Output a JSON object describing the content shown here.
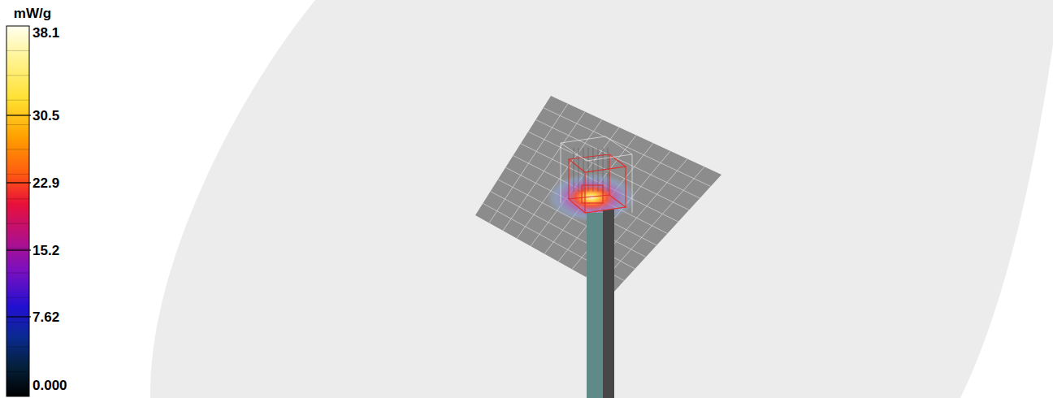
{
  "diagram": {
    "labels": [
      "mW/g",
      "38.1",
      "30.5",
      "22.9",
      "15.2",
      "7.62",
      "0.000"
    ]
  }
}
